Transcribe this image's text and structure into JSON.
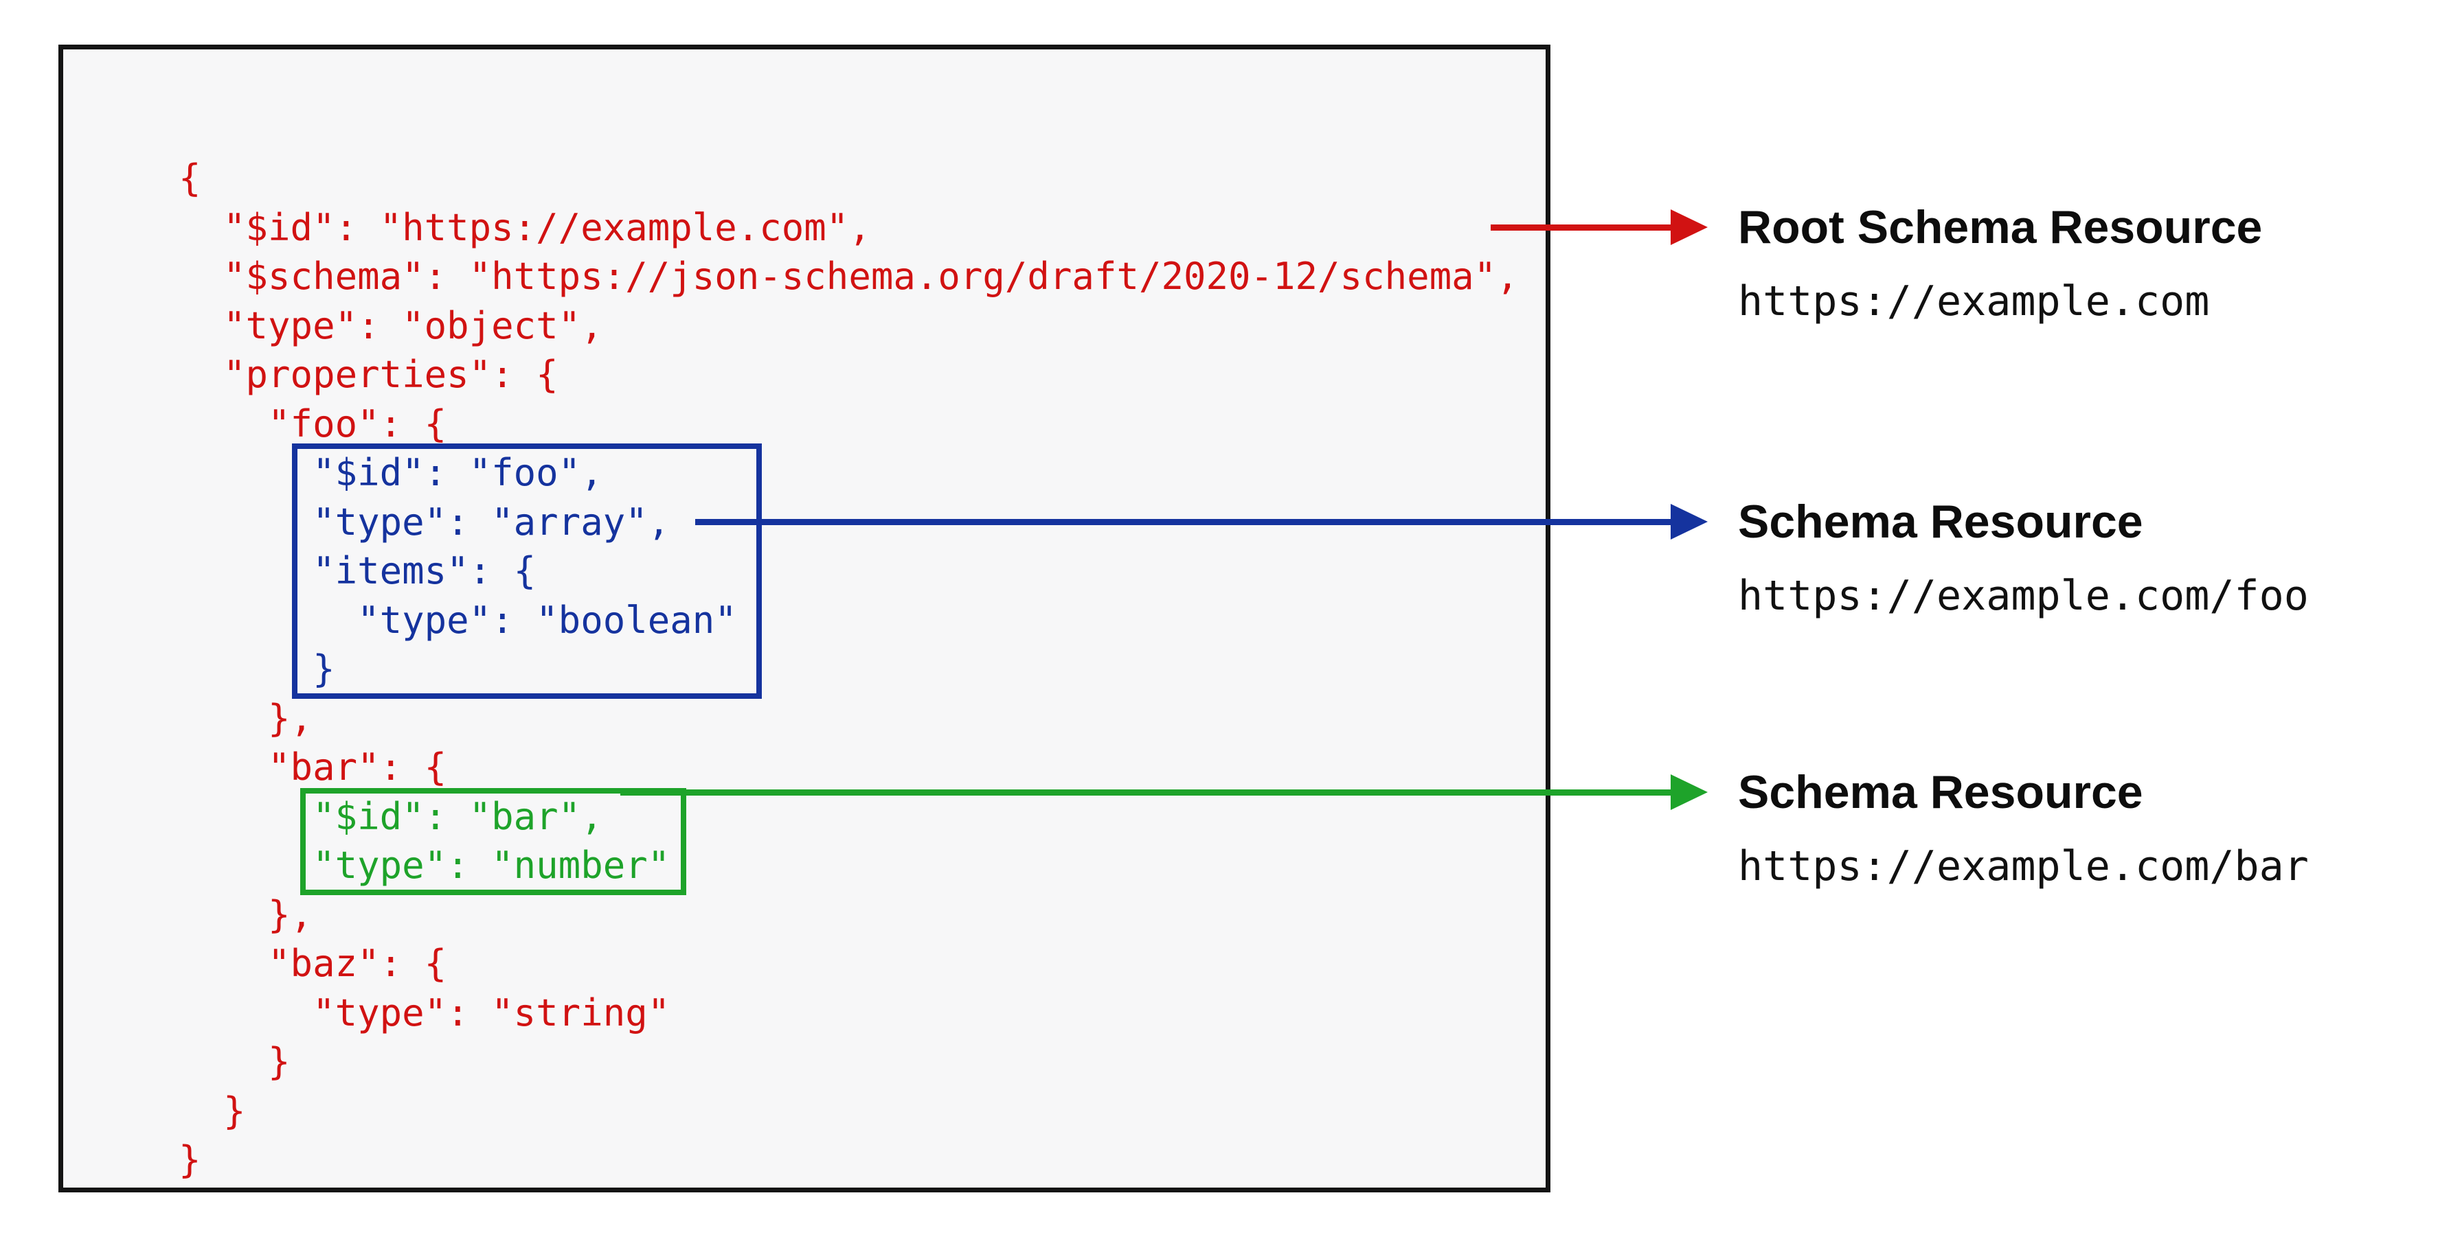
{
  "colors": {
    "red": "#d11212",
    "blue": "#15339e",
    "green": "#1ea32a",
    "ink": "#0d0d0d",
    "panel-bg": "#f7f7f8",
    "panel-border": "#141414"
  },
  "code": {
    "language": "json",
    "lines": [
      {
        "text": "{",
        "group": "root"
      },
      {
        "text": "  \"$id\": \"https://example.com\",",
        "group": "root"
      },
      {
        "text": "  \"$schema\": \"https://json-schema.org/draft/2020-12/schema\",",
        "group": "root"
      },
      {
        "text": "  \"type\": \"object\",",
        "group": "root"
      },
      {
        "text": "  \"properties\": {",
        "group": "root"
      },
      {
        "text": "    \"foo\": {",
        "group": "root"
      },
      {
        "text": "      \"$id\": \"foo\",",
        "group": "foo"
      },
      {
        "text": "      \"type\": \"array\",",
        "group": "foo"
      },
      {
        "text": "      \"items\": {",
        "group": "foo"
      },
      {
        "text": "        \"type\": \"boolean\"",
        "group": "foo"
      },
      {
        "text": "      }",
        "group": "foo"
      },
      {
        "text": "    },",
        "group": "root"
      },
      {
        "text": "    \"bar\": {",
        "group": "root"
      },
      {
        "text": "      \"$id\": \"bar\",",
        "group": "bar"
      },
      {
        "text": "      \"type\": \"number\"",
        "group": "bar"
      },
      {
        "text": "    },",
        "group": "root"
      },
      {
        "text": "    \"baz\": {",
        "group": "root"
      },
      {
        "text": "      \"type\": \"string\"",
        "group": "root"
      },
      {
        "text": "    }",
        "group": "root"
      },
      {
        "text": "  }",
        "group": "root"
      },
      {
        "text": "}",
        "group": "root"
      }
    ]
  },
  "annotations": [
    {
      "id": "root",
      "color": "red",
      "title": "Root Schema Resource",
      "uri": "https://example.com"
    },
    {
      "id": "foo",
      "color": "blue",
      "title": "Schema Resource",
      "uri": "https://example.com/foo"
    },
    {
      "id": "bar",
      "color": "green",
      "title": "Schema Resource",
      "uri": "https://example.com/bar"
    }
  ]
}
